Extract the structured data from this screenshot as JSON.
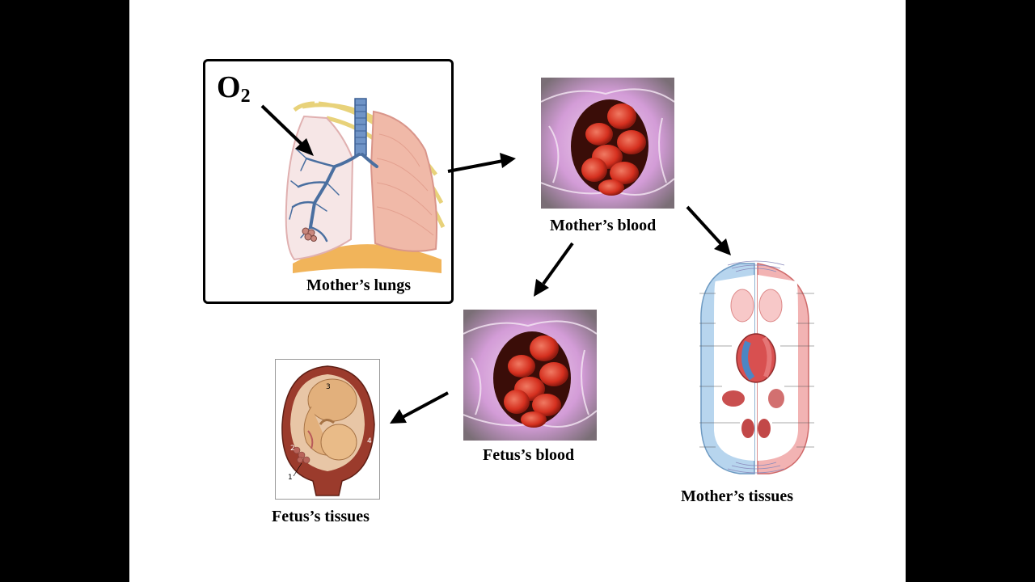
{
  "labels": {
    "o2_symbol": "O",
    "o2_subscript": "2",
    "mothers_lungs": "Mother’s lungs",
    "mothers_blood": "Mother’s blood",
    "fetus_blood": "Fetus’s blood",
    "fetus_tissues": "Fetus’s tissues",
    "mothers_tissues": "Mother’s tissues"
  },
  "uterus_markers": [
    "1",
    "2",
    "3",
    "4"
  ],
  "colors": {
    "arrow": "#000000",
    "lung_pink": "#f0b9a8",
    "bronchi_blue": "#4a6fa0",
    "rbc_red": "#d9362a",
    "vessel_pink": "#cc8fd4",
    "vein_blue": "#9cc4e6",
    "artery_red": "#e98585"
  }
}
